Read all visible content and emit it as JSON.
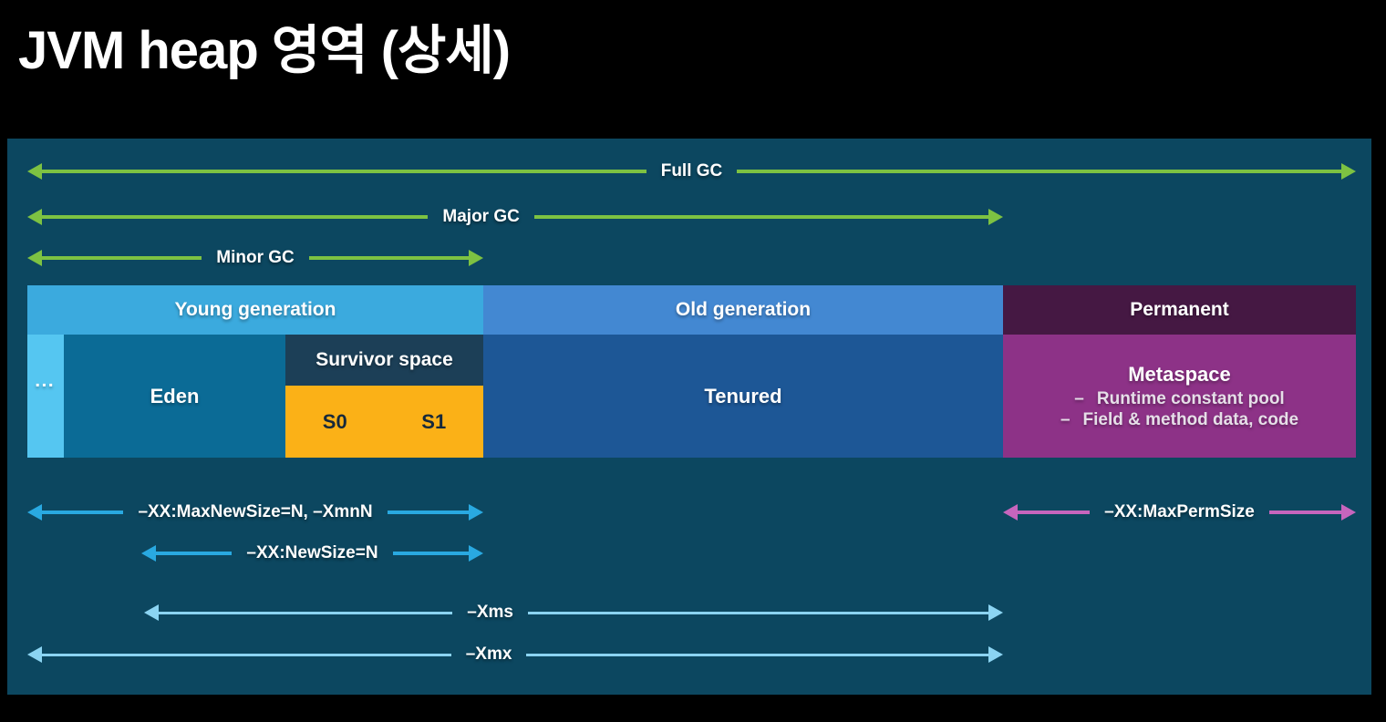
{
  "title": "JVM heap 영역 (상세)",
  "gc_arrows": [
    {
      "label": "Full GC"
    },
    {
      "label": "Major GC"
    },
    {
      "label": "Minor GC"
    }
  ],
  "heap": {
    "young": {
      "header": "Young generation",
      "overflow_marker": "▪▪▪",
      "eden_label": "Eden",
      "survivor_header": "Survivor space",
      "s0_label": "S0",
      "s1_label": "S1"
    },
    "old": {
      "header": "Old generation",
      "tenured_label": "Tenured"
    },
    "permanent": {
      "header": "Permanent",
      "metaspace_title": "Metaspace",
      "bullet": "–",
      "items": [
        "Runtime constant pool",
        "Field & method data, code"
      ]
    }
  },
  "jvm_flags": [
    {
      "label": "–XX:MaxNewSize=N, –XmnN"
    },
    {
      "label": "–XX:NewSize=N"
    },
    {
      "label": "–XX:MaxPermSize"
    },
    {
      "label": "–Xms"
    },
    {
      "label": "–Xmx"
    }
  ],
  "colors": {
    "background": "#000000",
    "panel": "#0c4760",
    "gc_arrow_green": "#7dc242",
    "young_header": "#3baade",
    "overflow_cell": "#55c6f1",
    "eden": "#0b6b96",
    "survivor_header": "#1c3f57",
    "survivor_space": "#fbb117",
    "old_header": "#4388d2",
    "tenured": "#1d5796",
    "permanent_header": "#451843",
    "metaspace": "#8d3287",
    "flag_arrow_cyan": "#29a9e1",
    "flag_arrow_light_blue": "#8bd4f2",
    "flag_arrow_pink": "#c765bd"
  }
}
